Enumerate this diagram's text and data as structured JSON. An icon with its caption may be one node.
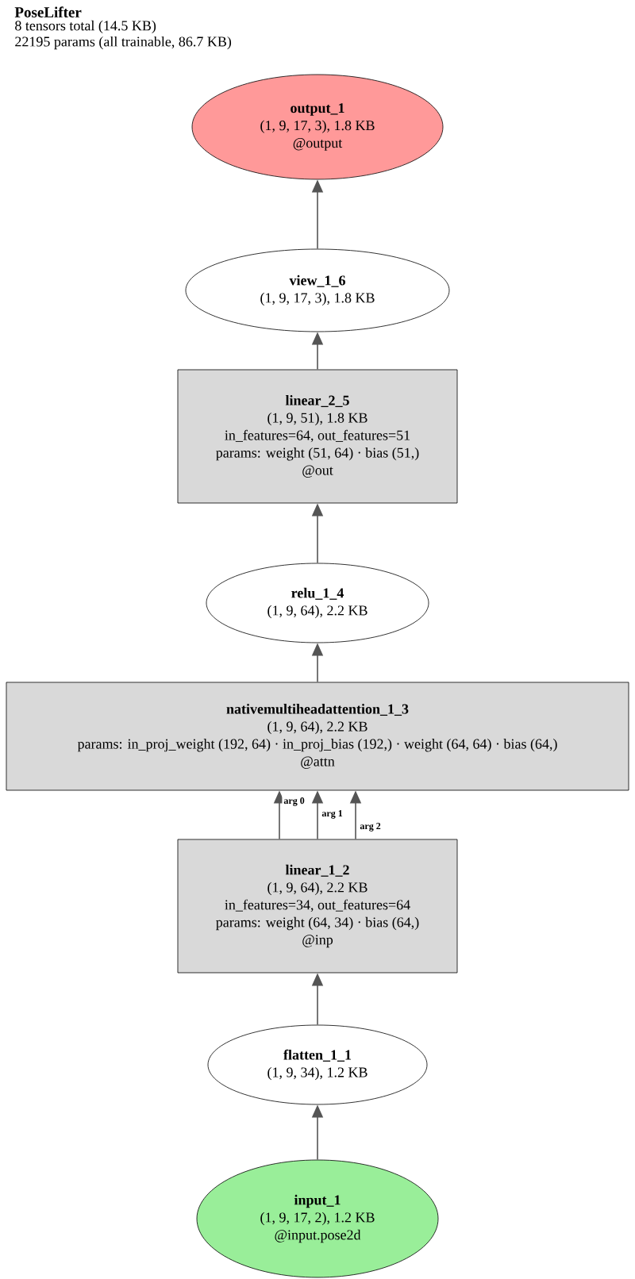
{
  "diagram": {
    "title": "PoseLifter",
    "nodes": [
      {
        "text": [
          "output_1",
          "(1, 9, 17, 3), 1.8 KB",
          "@output"
        ]
      },
      {
        "text": [
          "view_1_6",
          "(1, 9, 17, 3), 1.8 KB"
        ]
      },
      {
        "text": [
          "linear_2_5",
          "(1, 9, 51), 1.8 KB",
          "in_features=64, out_features=51",
          "params: weight (51, 64) · bias (51,)",
          "@out"
        ]
      },
      {
        "text": [
          "relu_1_4",
          "(1, 9, 64), 2.2 KB"
        ]
      },
      {
        "text": [
          "nativemultiheadattention_1_3",
          "(1, 9, 64), 2.2 KB",
          "params: in_proj_weight (192, 64) · in_proj_bias (192,) · weight (64, 64) · bias (64,)",
          "@attn"
        ]
      },
      {
        "text": [
          "linear_1_2",
          "(1, 9, 64), 2.2 KB",
          "in_features=34, out_features=64",
          "params: weight (64, 34) · bias (64,)",
          "@inp"
        ]
      },
      {
        "text": [
          "flatten_1_1",
          "(1, 9, 34), 1.2 KB"
        ]
      },
      {
        "text": [
          "input_1",
          "(1, 9, 17, 2), 1.2 KB",
          "@input.pose2d"
        ]
      }
    ],
    "edges": [
      {
        "from": 1,
        "to": 0,
        "arrow": "to"
      },
      {
        "from": 2,
        "to": 1,
        "arrow": "to"
      },
      {
        "from": 3,
        "to": 2,
        "arrow": "to"
      },
      {
        "from": 4,
        "to": 3,
        "arrow": "to"
      },
      {
        "from": 5,
        "to": 4,
        "arrow": "to",
        "label": "arg 0"
      },
      {
        "from": 5,
        "to": 4,
        "arrow": "to",
        "label": "arg 1"
      },
      {
        "from": 5,
        "to": 4,
        "arrow": "to",
        "label": "arg 2"
      },
      {
        "from": 6,
        "to": 5,
        "arrow": "to"
      },
      {
        "from": 7,
        "to": 6,
        "arrow": "to"
      }
    ],
    "labels": [
      "8 tensors total (14.5 KB)",
      "22195 params (all trainable, 86.7 KB)"
    ]
  }
}
